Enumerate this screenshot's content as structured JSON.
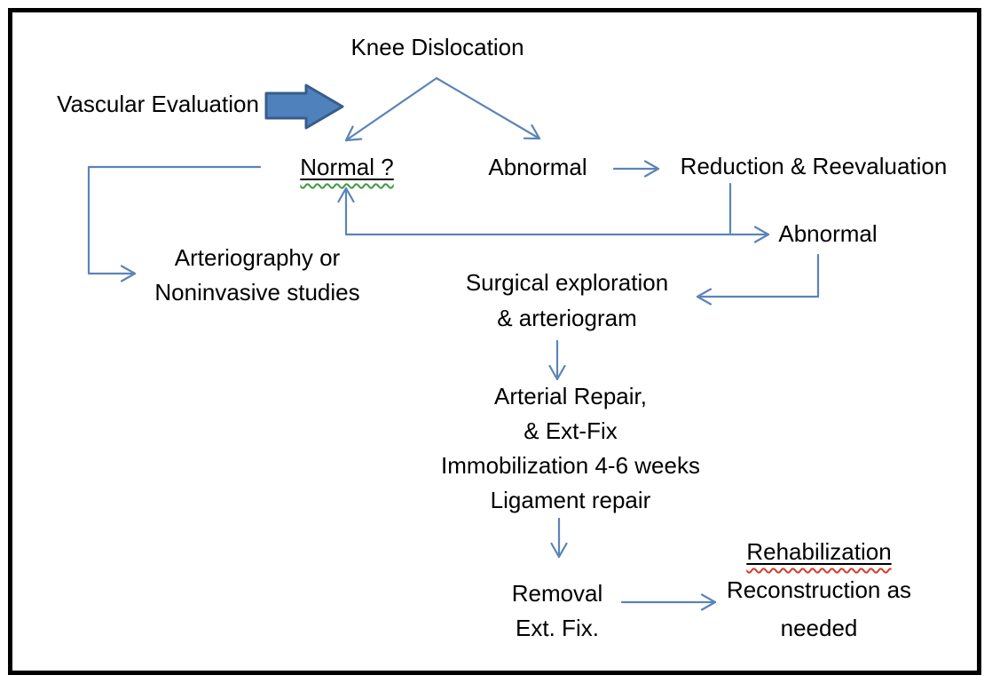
{
  "slide": {
    "title": "Knee Dislocation",
    "annotation": "Vascular Evaluation",
    "nodes": {
      "normal": "Normal ?",
      "abnormal_top": "Abnormal",
      "reduction": "Reduction & Reevaluation",
      "abnormal_right": "Abnormal",
      "arteriography": [
        "Arteriography or",
        "Noninvasive studies"
      ],
      "surgical": [
        "Surgical exploration",
        "& arteriogram"
      ],
      "arterial": [
        "Arterial Repair,",
        "& Ext-Fix",
        "Immobilization 4-6 weeks",
        "Ligament repair"
      ],
      "removal": [
        "Removal",
        "Ext. Fix."
      ],
      "rehab": [
        "Rehabilization",
        "Reconstruction as",
        "needed"
      ]
    },
    "colors": {
      "connector": "#5b84b8",
      "block_arrow_fill": "#4f81bd",
      "block_arrow_border": "#385d8a",
      "text": "#000000",
      "slide_border": "#000000",
      "spell_wave_red": "#d43d2a",
      "grammar_wave_green": "#3f9b3f"
    }
  }
}
